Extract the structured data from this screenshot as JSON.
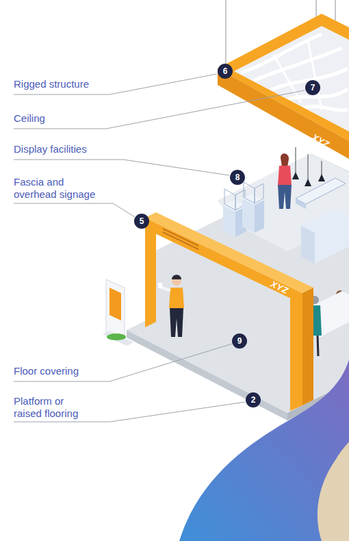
{
  "diagram": {
    "labels": [
      "Rigged structure",
      "6",
      "Ceiling",
      "7",
      "Display facilities",
      "8",
      "Fascia and overhead signage",
      "5",
      "Floor covering",
      "9",
      "Platform or raised flooring",
      "2",
      "XYZ",
      "XYZ"
    ]
  }
}
